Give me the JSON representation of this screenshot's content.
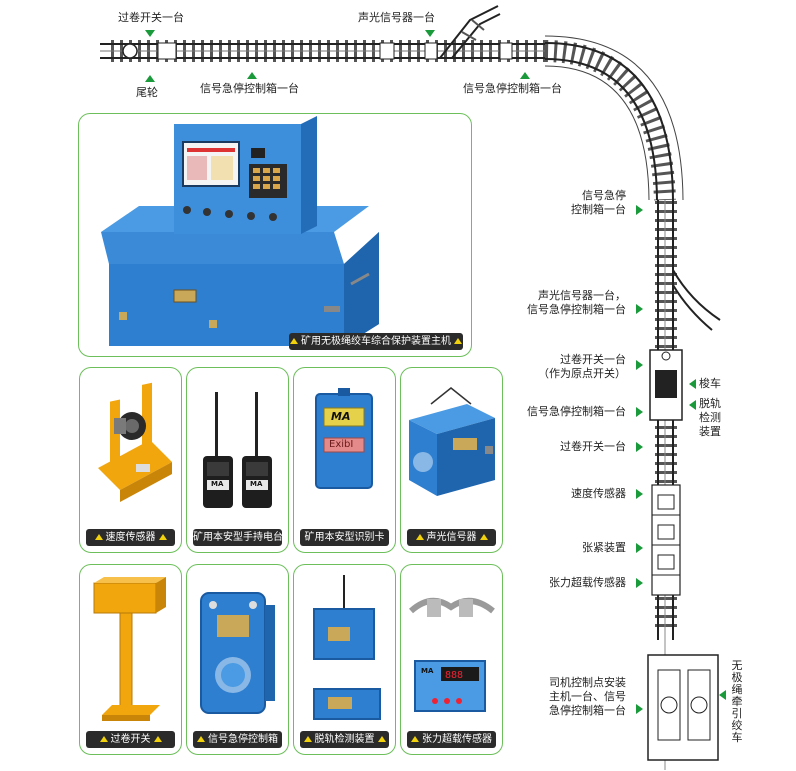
{
  "track_labels": {
    "top_guojuan": "过卷开关一台",
    "top_shengguang": "声光信号器一台",
    "weilun": "尾轮",
    "jiting_1": "信号急停控制箱一台",
    "jiting_2": "信号急停控制箱一台",
    "jiting_3_line1": "信号急停",
    "jiting_3_line2": "控制箱一台",
    "shengguang_2_line1": "声光信号器一台，",
    "shengguang_2_line2": "信号急停控制箱一台",
    "guojuan_2_line1": "过卷开关一台",
    "guojuan_2_line2": "（作为原点开关）",
    "jiting_4": "信号急停控制箱一台",
    "guojuan_3": "过卷开关一台",
    "speed": "速度传感器",
    "tension_dev": "张紧装置",
    "tension_sensor": "张力超载传感器",
    "driver_line1": "司机控制点安装",
    "driver_line2": "主机一台、信号",
    "driver_line3": "急停控制箱一台",
    "suoche": "梭车",
    "tuogui_line1": "脱轨",
    "tuogui_line2": "检测",
    "tuogui_line3": "装置",
    "winch_vertical": "无极绳牵引绞车"
  },
  "panels": {
    "main_host": "矿用无极绳绞车综合保护装置主机",
    "speed_sensor": "速度传感器",
    "radio": "矿用本安型手持电台",
    "id_card": "矿用本安型识别卡",
    "sound_signal": "声光信号器",
    "overwind_switch": "过卷开关",
    "signal_box": "信号急停控制箱",
    "derail_device": "脱轨检测装置",
    "tension_overload": "张力超载传感器"
  },
  "product_text": {
    "card_brand": "MA",
    "card_mark": "ExibI",
    "radio_brand": "MA",
    "sensor_brand": "MA"
  },
  "colors": {
    "accent_green": "#1a9a3a",
    "panel_border": "#6cbf5a",
    "equipment_blue": "#2e7fd0",
    "caption_bg": "#2b2b2b",
    "caption_mark": "#f2d20c"
  }
}
